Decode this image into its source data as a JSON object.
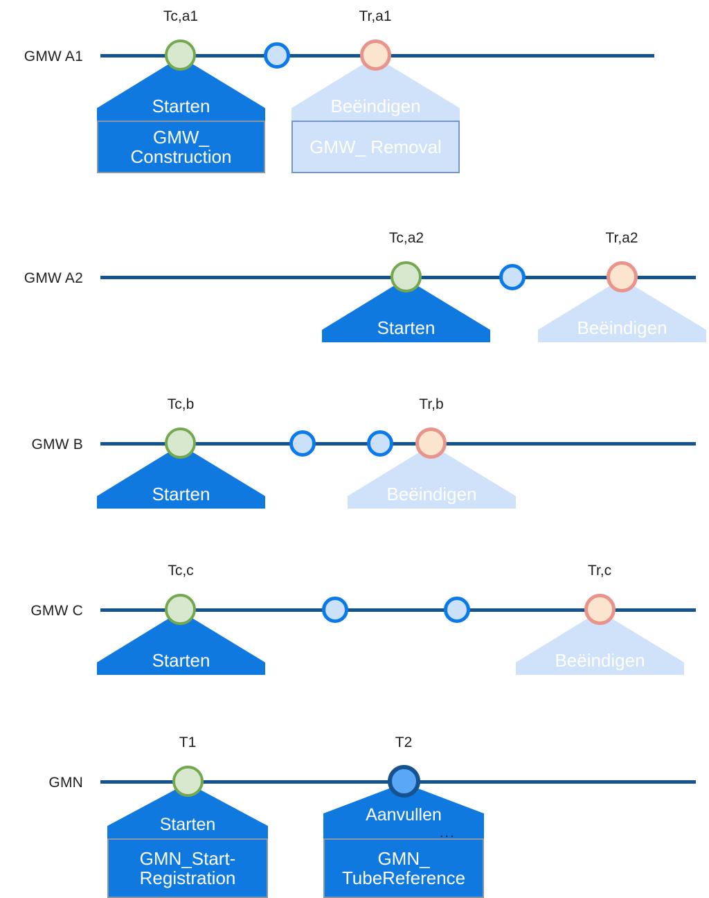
{
  "diagram": {
    "title": "GMW / GMN registration timelines",
    "colors": {
      "timeline": "#14538f",
      "node_green_fill": "#d8e8cf",
      "node_green_border": "#74a84f",
      "node_blue_fill": "#cbe0f9",
      "node_blue_border": "#0b7ae8",
      "node_salmon_fill": "#fce5d0",
      "node_salmon_border": "#e8938b",
      "node_gmn_fill": "#5aa7f5",
      "node_gmn_border": "#14538f",
      "callout_dark": "#0f79e0",
      "callout_light": "#cfe2f9",
      "box_border_dark": "#8a96a5",
      "box_border_light": "#7396c7",
      "label_text": "#1f1f1f",
      "callout_text": "#ffffff"
    },
    "rows": [
      {
        "id": "gmw-a1",
        "label": "GMW A1",
        "nodes": [
          {
            "kind": "green",
            "tag": "Tc,a1"
          },
          {
            "kind": "blue",
            "tag": ""
          },
          {
            "kind": "salmon",
            "tag": "Tr,a1"
          }
        ],
        "callouts": [
          {
            "title": "Starten",
            "box": "GMW_ Construction",
            "tone": "dark"
          },
          {
            "title": "Beëindigen",
            "box": "GMW_ Removal",
            "tone": "light"
          }
        ]
      },
      {
        "id": "gmw-a2",
        "label": "GMW A2",
        "nodes": [
          {
            "kind": "green",
            "tag": "Tc,a2"
          },
          {
            "kind": "blue",
            "tag": ""
          },
          {
            "kind": "salmon",
            "tag": "Tr,a2"
          }
        ],
        "callouts": [
          {
            "title": "Starten",
            "box": "",
            "tone": "dark"
          },
          {
            "title": "Beëindigen",
            "box": "",
            "tone": "light"
          }
        ]
      },
      {
        "id": "gmw-b",
        "label": "GMW B",
        "nodes": [
          {
            "kind": "green",
            "tag": "Tc,b"
          },
          {
            "kind": "blue",
            "tag": ""
          },
          {
            "kind": "blue",
            "tag": ""
          },
          {
            "kind": "salmon",
            "tag": "Tr,b"
          }
        ],
        "callouts": [
          {
            "title": "Starten",
            "box": "",
            "tone": "dark"
          },
          {
            "title": "Beëindigen",
            "box": "",
            "tone": "light"
          }
        ]
      },
      {
        "id": "gmw-c",
        "label": "GMW C",
        "nodes": [
          {
            "kind": "green",
            "tag": "Tc,c"
          },
          {
            "kind": "blue",
            "tag": ""
          },
          {
            "kind": "blue",
            "tag": ""
          },
          {
            "kind": "salmon",
            "tag": "Tr,c"
          }
        ],
        "callouts": [
          {
            "title": "Starten",
            "box": "",
            "tone": "dark"
          },
          {
            "title": "Beëindigen",
            "box": "",
            "tone": "light"
          }
        ]
      },
      {
        "id": "gmn",
        "label": "GMN",
        "nodes": [
          {
            "kind": "green",
            "tag": "T1"
          },
          {
            "kind": "gmn-blue",
            "tag": "T2"
          }
        ],
        "callouts": [
          {
            "title": "Starten",
            "box": "GMN_Start- Registration",
            "tone": "dark"
          },
          {
            "title": "Aanvullen",
            "ellipsis": "...",
            "box": "GMN_ TubeReference",
            "tone": "dark"
          }
        ]
      }
    ]
  }
}
